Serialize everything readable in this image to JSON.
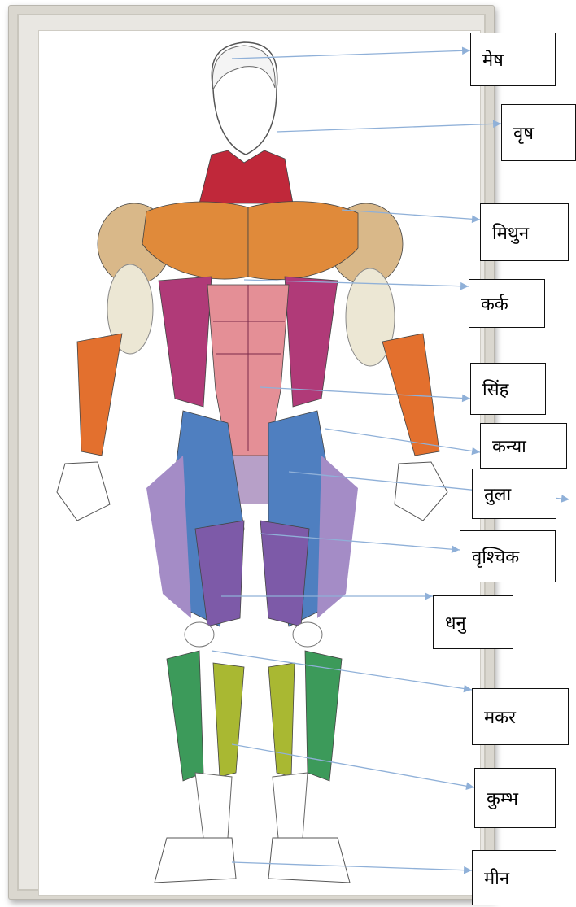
{
  "labels": [
    {
      "id": "mesh",
      "text": "मेष"
    },
    {
      "id": "vrish",
      "text": "वृष"
    },
    {
      "id": "mithun",
      "text": "मिथुन"
    },
    {
      "id": "kark",
      "text": "कर्क"
    },
    {
      "id": "singh",
      "text": "सिंह"
    },
    {
      "id": "kanya",
      "text": "कन्या"
    },
    {
      "id": "tula",
      "text": "तुला"
    },
    {
      "id": "vrishchik",
      "text": "वृश्चिक"
    },
    {
      "id": "dhanu",
      "text": "धनु"
    },
    {
      "id": "makar",
      "text": "मकर"
    },
    {
      "id": "kumbh",
      "text": "कुम्भ"
    },
    {
      "id": "meen",
      "text": "मीन"
    }
  ],
  "colors": {
    "pointer": "#8fb0d8",
    "neck": "#c0283a",
    "chest": "#e08a3a",
    "shoulder": "#d9b889",
    "abs": "#b03a78",
    "abs_center": "#e48f96",
    "forearm": "#e3702e",
    "thigh_blue": "#4f7fc0",
    "thigh_purple": "#7d5aa8",
    "calf_green": "#3c9a5a",
    "calf_yellow": "#a9b832"
  }
}
